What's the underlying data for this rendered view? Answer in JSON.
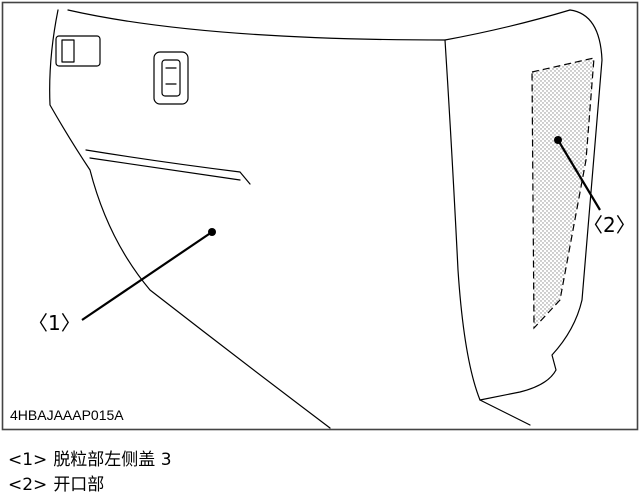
{
  "figure": {
    "code": "4HBAJAAAP015A",
    "callouts": [
      {
        "id": "1",
        "label": "〈1〉"
      },
      {
        "id": "2",
        "label": "〈2〉"
      }
    ]
  },
  "legend": [
    {
      "num": "<1>",
      "text": "脱粒部左侧盖 3"
    },
    {
      "num": "<2>",
      "text": "开口部"
    }
  ],
  "colors": {
    "line": "#000000",
    "frame": "#444444",
    "hatch": "#9a9a9a",
    "background": "#ffffff"
  }
}
